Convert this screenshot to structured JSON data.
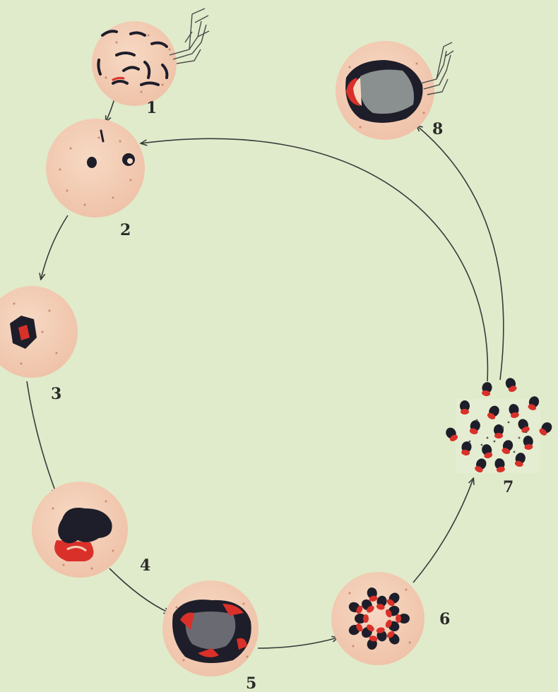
{
  "figure": {
    "stages": [
      {
        "id": 1,
        "label": "1"
      },
      {
        "id": 2,
        "label": "2"
      },
      {
        "id": 3,
        "label": "3"
      },
      {
        "id": 4,
        "label": "4"
      },
      {
        "id": 5,
        "label": "5"
      },
      {
        "id": 6,
        "label": "6"
      },
      {
        "id": 7,
        "label": "7"
      },
      {
        "id": 8,
        "label": "8"
      }
    ],
    "colors": {
      "background": "#e0ebcb",
      "cell": "#f2cdb5",
      "cell_dots": "#c98a70",
      "parasite_dark": "#1e1e2a",
      "parasite_red": "#d9312a",
      "arrow": "#3a3a3a"
    }
  }
}
